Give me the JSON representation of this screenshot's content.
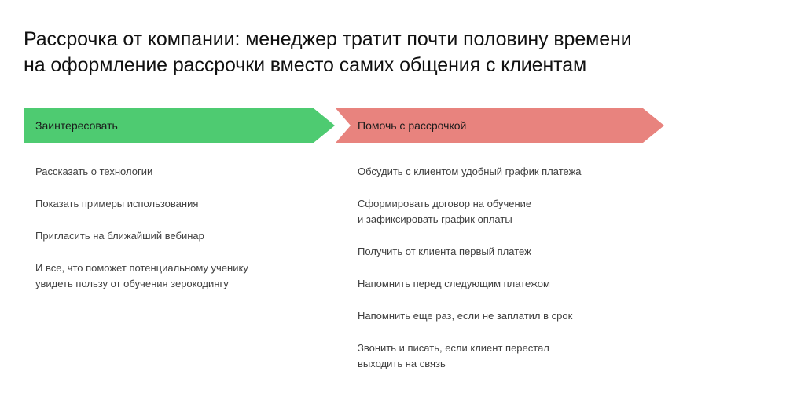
{
  "title": {
    "lines": [
      "Рассрочка от компании: менеджер тратит почти половину времени",
      "на оформление рассрочки вместо самих общения с клиентам"
    ]
  },
  "colors": {
    "background": "#ffffff",
    "stage_1": "#4ecb71",
    "stage_2": "#e8837e",
    "title_text": "#111111",
    "banner_text": "#1b1b1b",
    "item_text": "#3f3f3f"
  },
  "stages": [
    {
      "label": "Заинтересовать",
      "color": "#4ecb71",
      "items": [
        {
          "lines": [
            "Рассказать о технологии"
          ]
        },
        {
          "lines": [
            "Показать примеры использования"
          ]
        },
        {
          "lines": [
            "Пригласить на ближайший вебинар"
          ]
        },
        {
          "lines": [
            "И все, что поможет потенциальному ученику",
            "увидеть пользу от обучения зерокодингу"
          ]
        }
      ]
    },
    {
      "label": "Помочь с рассрочкой",
      "color": "#e8837e",
      "items": [
        {
          "lines": [
            "Обсудить с клиентом удобный график платежа"
          ]
        },
        {
          "lines": [
            "Сформировать договор на обучение",
            "и зафиксировать график оплаты"
          ]
        },
        {
          "lines": [
            "Получить от клиента первый платеж"
          ]
        },
        {
          "lines": [
            "Напомнить перед следующим платежом"
          ]
        },
        {
          "lines": [
            "Напомнить еще раз, если не заплатил в срок"
          ]
        },
        {
          "lines": [
            "Звонить и писать, если клиент перестал",
            "выходить на связь"
          ]
        }
      ]
    }
  ]
}
